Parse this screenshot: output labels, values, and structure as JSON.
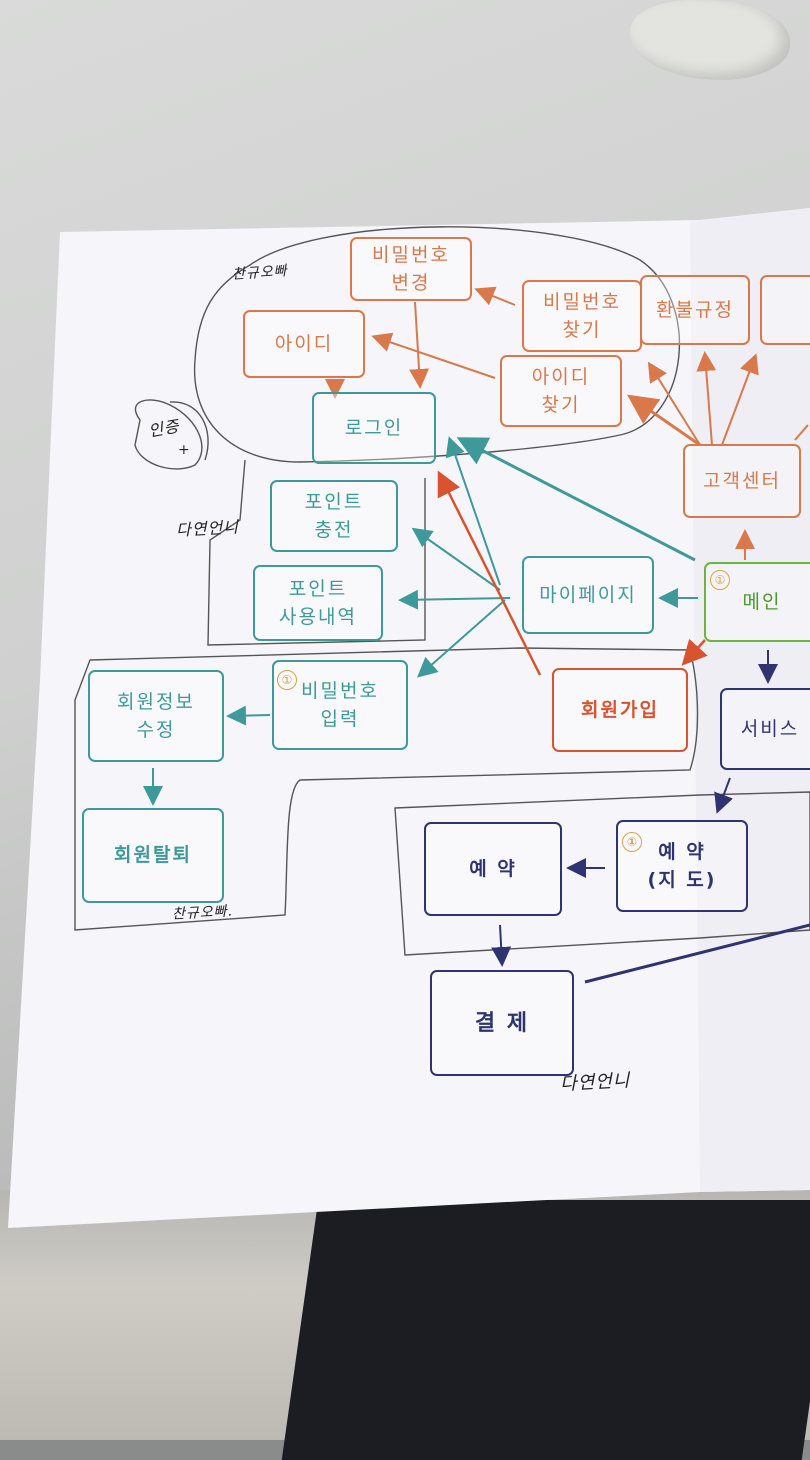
{
  "nodes": {
    "password_change": {
      "line1": "비밀번호",
      "line2": "변경"
    },
    "password_find": {
      "line1": "비밀번호",
      "line2": "찾기"
    },
    "refund_policy": "환불규정",
    "id": "아이디",
    "id_find": {
      "line1": "아이디",
      "line2": "찾기"
    },
    "login": "로그인",
    "customer_center": "고객센터",
    "point_charge": {
      "line1": "포인트",
      "line2": "충전"
    },
    "point_history": {
      "line1": "포인트",
      "line2": "사용내역"
    },
    "mypage": "마이페이지",
    "main": "메인",
    "password_input": {
      "line1": "비밀번호",
      "line2": "입력"
    },
    "member_edit": {
      "line1": "회원정보",
      "line2": "수정"
    },
    "signup": "회원가입",
    "service": "서비스",
    "member_withdraw": "회원탈퇴",
    "reserve_map": {
      "line1": "예 약",
      "line2": "(지 도)"
    },
    "reserve": "예 약",
    "payment": "결 제"
  },
  "badges": {
    "main": "①",
    "password_input": "①",
    "reserve_map": "①"
  },
  "handwriting": {
    "label_top": "찬규오빠",
    "circle_note": "인증",
    "label_left": "다연언니",
    "label_bottom_left": "찬규오빠.",
    "label_bottom": "다연언니"
  },
  "colors": {
    "orange": "#d9784a",
    "teal": "#3e9a9a",
    "green": "#69b53f",
    "red": "#d8532f",
    "navy": "#2f3470"
  }
}
